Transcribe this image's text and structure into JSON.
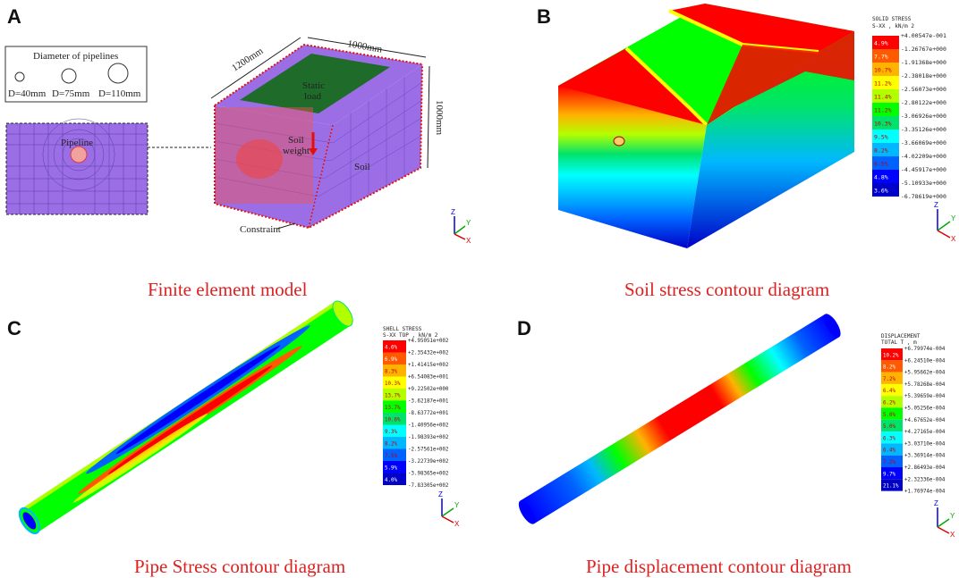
{
  "panels": {
    "a": {
      "letter": "A",
      "caption": "Finite element model",
      "diameter_title": "Diameter of pipelines",
      "diameters": [
        "D=40mm",
        "D=75mm",
        "D=110mm"
      ],
      "pipeline_label": "Pipeline",
      "dim_left": "1200mm",
      "dim_right": "1000mm",
      "dim_height": "1000mm",
      "static_load_1": "Static",
      "static_load_2": "load",
      "soil_weight_1": "Soil",
      "soil_weight_2": "weight",
      "soil_label": "Soil",
      "constraint_label": "Constraint"
    },
    "b": {
      "letter": "B",
      "caption": "Soil stress contour diagram",
      "legend_title_1": "SOLID STRESS",
      "legend_title_2": "S-XX , kN/m 2",
      "values": [
        "+4.00547e-001",
        "-1.26767e+000",
        "-1.91368e+000",
        "-2.38018e+000",
        "-2.56073e+000",
        "-2.80122e+000",
        "-3.06926e+000",
        "-3.35126e+000",
        "-3.66069e+000",
        "-4.02209e+000",
        "-4.45917e+000",
        "-5.10933e+000",
        "-6.78619e+000"
      ],
      "percents": [
        "4.9%",
        "7.7%",
        "10.7%",
        "11.2%",
        "11.4%",
        "11.2%",
        "10.3%",
        "9.5%",
        "8.2%",
        "6.5%",
        "4.8%",
        "3.6%"
      ]
    },
    "c": {
      "letter": "C",
      "caption": "Pipe Stress contour diagram",
      "legend_title_1": "SHELL STRESS",
      "legend_title_2": "S-XX TOP , kN/m 2",
      "values": [
        "+4.95051e+002",
        "+2.35432e+002",
        "+1.41415e+002",
        "+6.54083e+001",
        "+9.22502e+000",
        "-3.62187e+001",
        "-8.63772e+001",
        "-1.40956e+002",
        "-1.98393e+002",
        "-2.57561e+002",
        "-3.22739e+002",
        "-3.98365e+002",
        "-7.83305e+002"
      ],
      "percents": [
        "4.6%",
        "6.9%",
        "8.3%",
        "10.3%",
        "13.7%",
        "13.7%",
        "10.6%",
        "9.3%",
        "8.2%",
        "7.5%",
        "5.9%",
        "4.0%"
      ]
    },
    "d": {
      "letter": "D",
      "caption": "Pipe displacement contour diagram",
      "legend_title_1": "DISPLACEMENT",
      "legend_title_2": "TOTAL T , m",
      "values": [
        "+6.79974e-004",
        "+6.24510e-004",
        "+5.95662e-004",
        "+5.78268e-004",
        "+5.39659e-004",
        "+5.05256e-004",
        "+4.67652e-004",
        "+4.27165e-004",
        "+3.03710e-004",
        "+3.36914e-004",
        "+2.86493e-004",
        "+2.32336e-004",
        "+1.76974e-004"
      ],
      "percents": [
        "10.2%",
        "8.2%",
        "7.2%",
        "6.4%",
        "6.2%",
        "5.0%",
        "5.0%",
        "6.3%",
        "6.4%",
        "7.2%",
        "9.7%",
        "21.1%"
      ]
    }
  },
  "colors": {
    "caption": "#e02020",
    "mesh_purple": "#9b6ee6",
    "load_green": "#1f6b2a",
    "constraint_red": "#e01010",
    "legend_bands": [
      "#ff0000",
      "#ff5a00",
      "#ffb300",
      "#ffff00",
      "#b2ff00",
      "#00ff00",
      "#00e36b",
      "#00ffff",
      "#00b8ff",
      "#0062ff",
      "#0000ff",
      "#0000c8"
    ]
  },
  "axis": {
    "x": "X",
    "y": "Y",
    "z": "Z"
  }
}
